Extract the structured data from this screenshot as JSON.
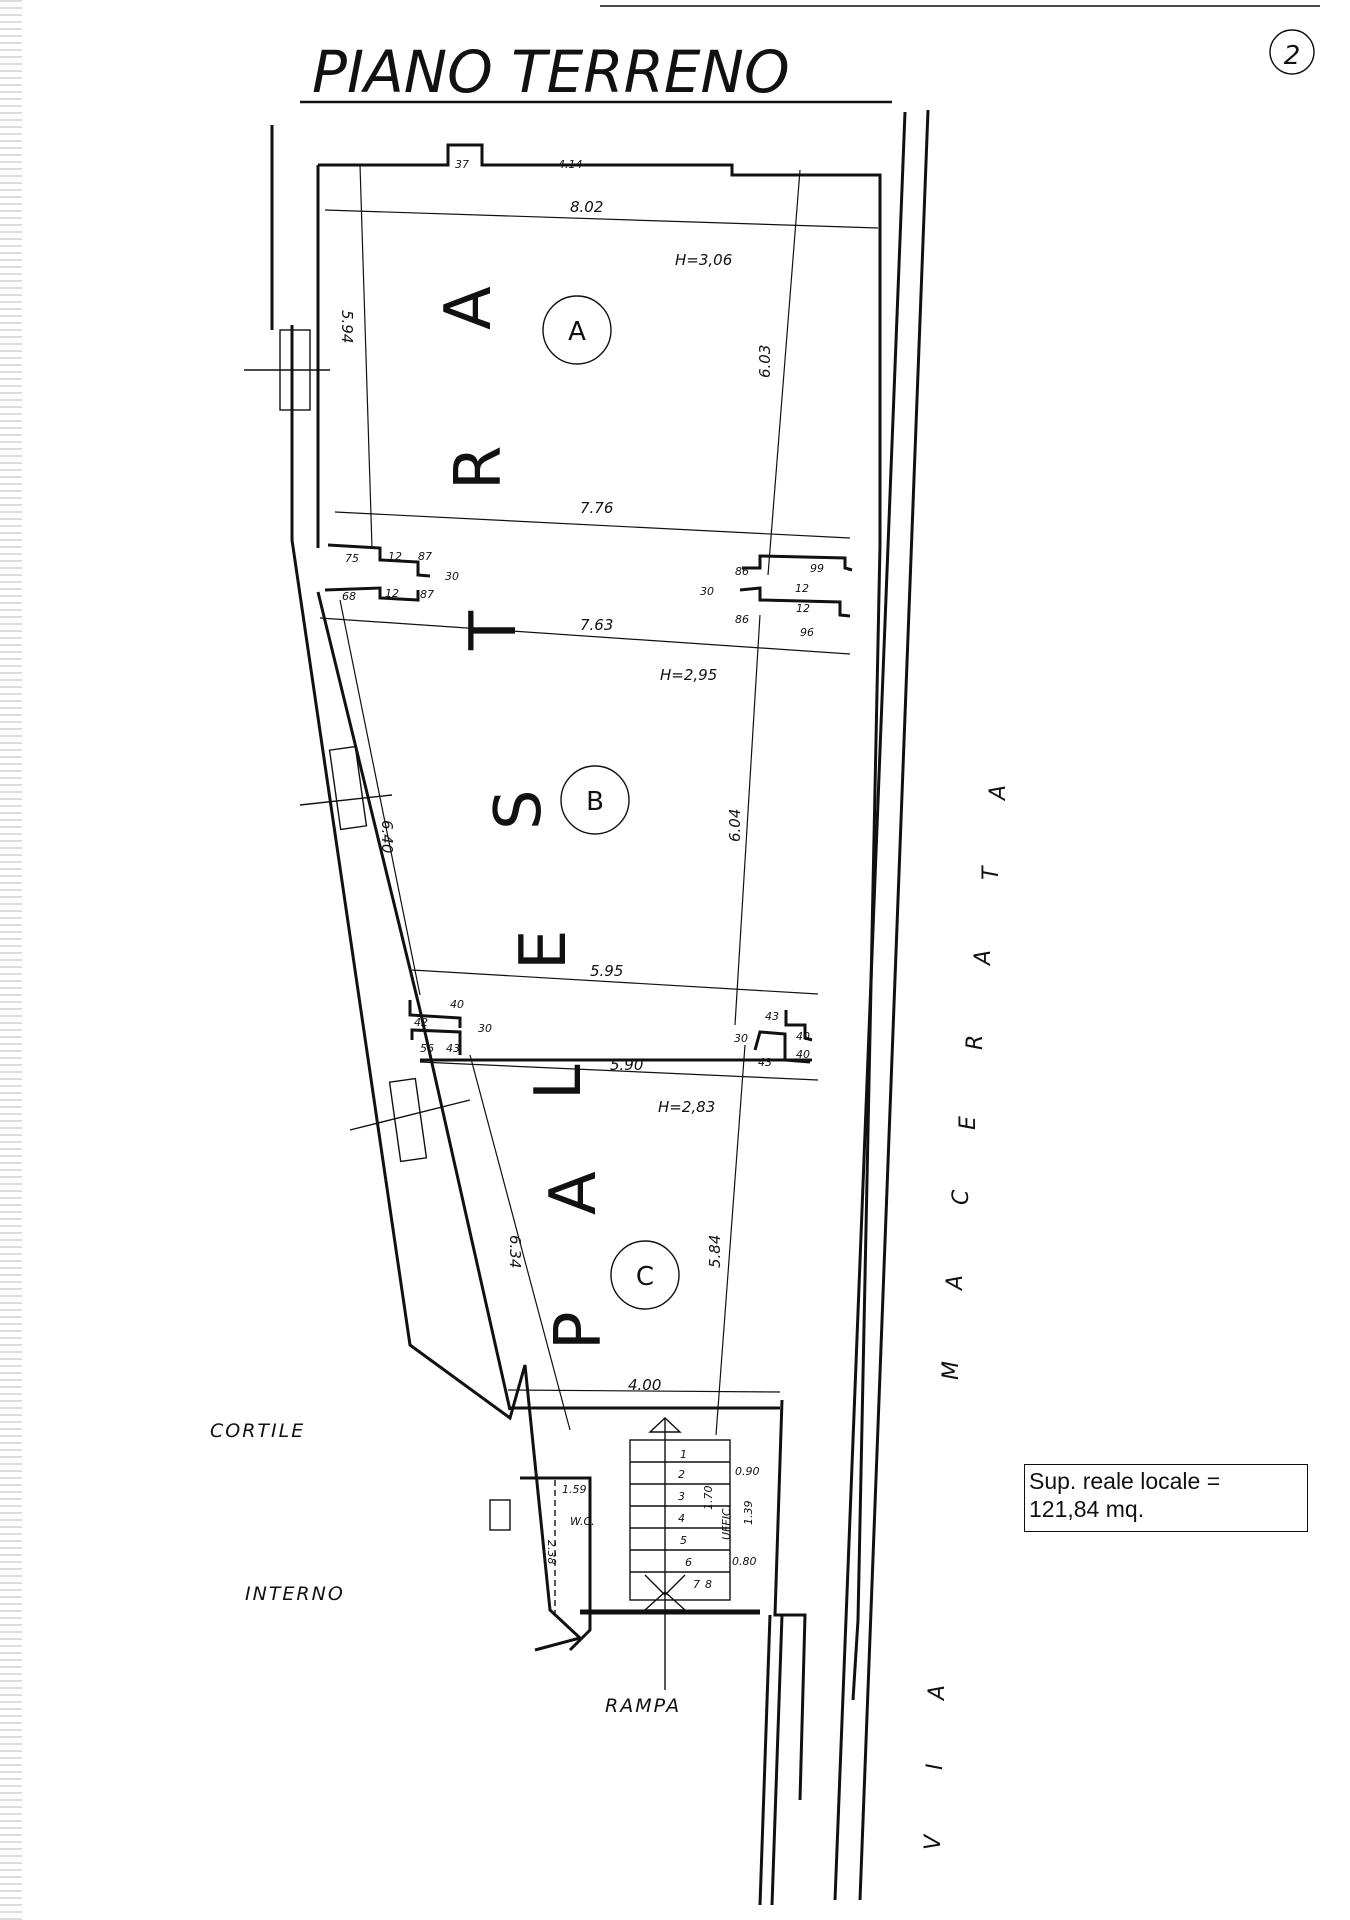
{
  "title": "PIANO TERRENO",
  "sheet_number": "2",
  "rooms": [
    {
      "id": "A",
      "height": "H=3,06"
    },
    {
      "id": "B",
      "height": "H=2,95"
    },
    {
      "id": "C",
      "height": "H=2,83"
    }
  ],
  "watermark_letters": [
    "A",
    "R",
    "T",
    "S",
    "E",
    "L",
    "A",
    "P"
  ],
  "street_letters": [
    "V",
    "I",
    "A",
    "M",
    "A",
    "C",
    "E",
    "R",
    "A",
    "T",
    "A"
  ],
  "labels": {
    "cortile": "CORTILE",
    "interno": "INTERNO",
    "rampa": "RAMPA",
    "wc": "W.C.",
    "ufficio": "UFFIC."
  },
  "dimensions": {
    "a_top_notch": "37",
    "a_top_width": "4.14",
    "a_width_top": "8.02",
    "a_width_bottom": "7.76",
    "a_depth_left": "5.94",
    "a_depth_right": "6.03",
    "ab_left": [
      "75",
      "12",
      "87",
      "30",
      "68",
      "12",
      "87"
    ],
    "ab_right": [
      "30",
      "86",
      "99",
      "12",
      "86",
      "12",
      "96"
    ],
    "b_width_top": "7.63",
    "b_width_bottom": "5.95",
    "b_depth_left": "6.40",
    "b_depth_right": "6.04",
    "bc_left": [
      "40",
      "42",
      "30",
      "56",
      "43"
    ],
    "bc_right": [
      "43",
      "40",
      "30",
      "40",
      "43"
    ],
    "c_width_top": "5.90",
    "c_width_bottom": "4.00",
    "c_depth_left": "6.34",
    "c_depth_right": "5.84",
    "wc_width": "1.59",
    "wc_depth": "2.38",
    "uff_width": "0.90",
    "uff_width_bottom": "0.80",
    "uff_depth": "1.70",
    "uff_side": "1.39",
    "stairs": [
      "1",
      "2",
      "3",
      "4",
      "5",
      "6",
      "7",
      "8"
    ]
  },
  "area_box": {
    "line1": "Sup. reale locale =",
    "line2": "121,84 mq."
  }
}
